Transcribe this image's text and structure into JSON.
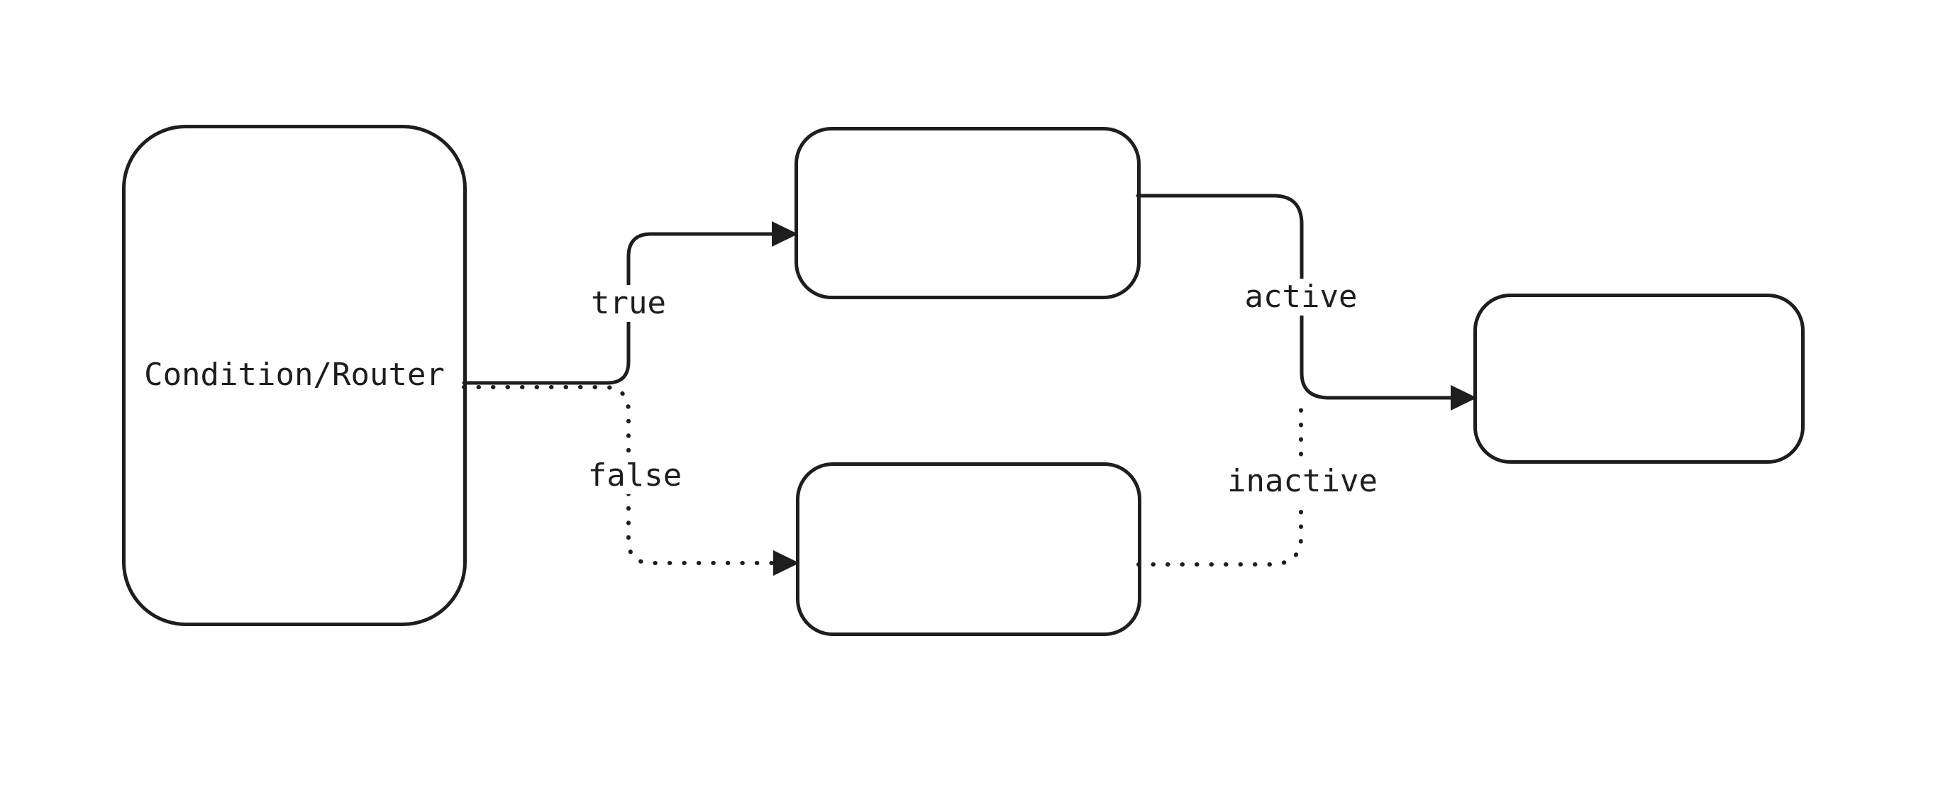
{
  "diagram": {
    "background_color": "#ffffff",
    "stroke_color": "#1e1e1e",
    "nodes": [
      {
        "id": "condition-router",
        "label": "Condition/Router"
      },
      {
        "id": "true-branch",
        "label": ""
      },
      {
        "id": "false-branch",
        "label": ""
      },
      {
        "id": "merge-output",
        "label": ""
      }
    ],
    "edges": [
      {
        "from": "condition-router",
        "to": "true-branch",
        "label": "true",
        "style": "solid-arrow"
      },
      {
        "from": "condition-router",
        "to": "false-branch",
        "label": "false",
        "style": "dotted-arrow"
      },
      {
        "from": "true-branch",
        "to": "merge-output",
        "label": "active",
        "style": "solid-arrow"
      },
      {
        "from": "false-branch",
        "to": "merge-output",
        "label": "inactive",
        "style": "dotted"
      }
    ]
  }
}
